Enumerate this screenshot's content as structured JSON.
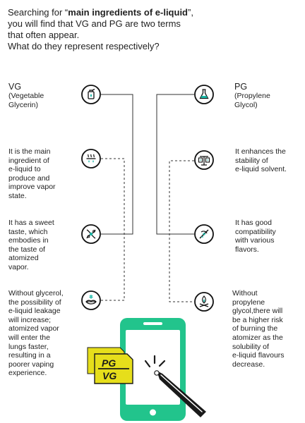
{
  "intro": {
    "pre": "Searching for “",
    "bold": "main ingredients of e-liquid",
    "post": "”,",
    "line2": "you will find that VG and PG are two terms",
    "line3": "that often appear.",
    "line4": "What do they represent respectively?"
  },
  "vg": {
    "title": "VG",
    "subtitle_l1": "(Vegetable",
    "subtitle_l2": "Glycerin)",
    "points": [
      [
        "It is the main",
        "ingredient of",
        "e-liquid to",
        "produce and",
        "improve vapor",
        "state."
      ],
      [
        "It has a sweet",
        "taste, which",
        "embodies in",
        "the taste of",
        "atomized",
        "vapor."
      ],
      [
        "Without glycerol,",
        "the possibility of",
        "e-liquid leakage",
        "will increase;",
        "atomized vapor",
        "will enter the",
        "lungs faster,",
        "resulting in a",
        "poorer vaping",
        "experience."
      ]
    ]
  },
  "pg": {
    "title": "PG",
    "subtitle_l1": "(Propylene",
    "subtitle_l2": "Glycol)",
    "points": [
      [
        "It enhances the",
        "stability of",
        "e-liquid solvent."
      ],
      [
        "It has good",
        "compatibility",
        "with various",
        "flavors."
      ],
      [
        "Without",
        "propylene",
        "glycol,there will",
        "be a higher risk",
        "of burning the",
        "atomizer as the",
        "solubility of",
        "e-liquid flavours",
        "decrease."
      ]
    ]
  },
  "illustration": {
    "tag_line1": "PG",
    "tag_line2": "VG"
  },
  "colors": {
    "accent": "#1bb8a7",
    "phone_green": "#22c48c",
    "yellow": "#e6de1b",
    "dark": "#1a1a1a"
  },
  "icons": {
    "vg": [
      "bottle-icon",
      "heating-icon",
      "molecule-icon",
      "lips-icon"
    ],
    "pg": [
      "flask-icon",
      "scale-icon",
      "flavor-icon",
      "fire-icon"
    ]
  }
}
